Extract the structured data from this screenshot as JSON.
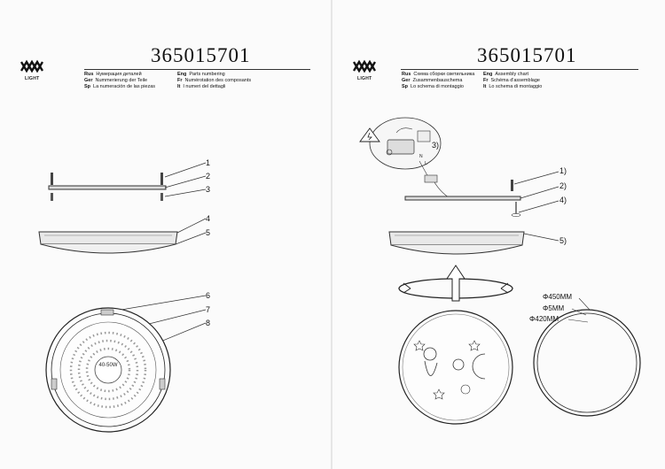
{
  "model_code": "365015701",
  "brand": "LIGHT",
  "left_page": {
    "labels": [
      {
        "lang": "Rus",
        "text": "Нумерация деталей"
      },
      {
        "lang": "Ger",
        "text": "Nummerierung der Teile"
      },
      {
        "lang": "Sp",
        "text": "La numeración de las piezas"
      },
      {
        "lang": "Eng",
        "text": "Parts numbering"
      },
      {
        "lang": "Fr",
        "text": "Numérotation des composants"
      },
      {
        "lang": "It",
        "text": "I numeri del dettagli"
      }
    ],
    "callouts": [
      "1",
      "2",
      "3",
      "4",
      "5",
      "6",
      "7",
      "8"
    ],
    "wattage": "40-50W"
  },
  "right_page": {
    "labels": [
      {
        "lang": "Rus",
        "text": "Схема сборки светильника"
      },
      {
        "lang": "Ger",
        "text": "Zusammenbauschema"
      },
      {
        "lang": "Sp",
        "text": "Lo schema di montaggio"
      },
      {
        "lang": "Eng",
        "text": "Assembly chart"
      },
      {
        "lang": "Fr",
        "text": "Schéma d'assemblage"
      },
      {
        "lang": "It",
        "text": "Lo schema di montaggio"
      }
    ],
    "callouts": [
      "1)",
      "2)",
      "3)",
      "4)",
      "5)"
    ],
    "wiring": {
      "step": "3)",
      "n_label": "N",
      "l_label": "L"
    },
    "dimensions": [
      "Φ450MM",
      "Φ5MM",
      "Φ420MM"
    ]
  }
}
